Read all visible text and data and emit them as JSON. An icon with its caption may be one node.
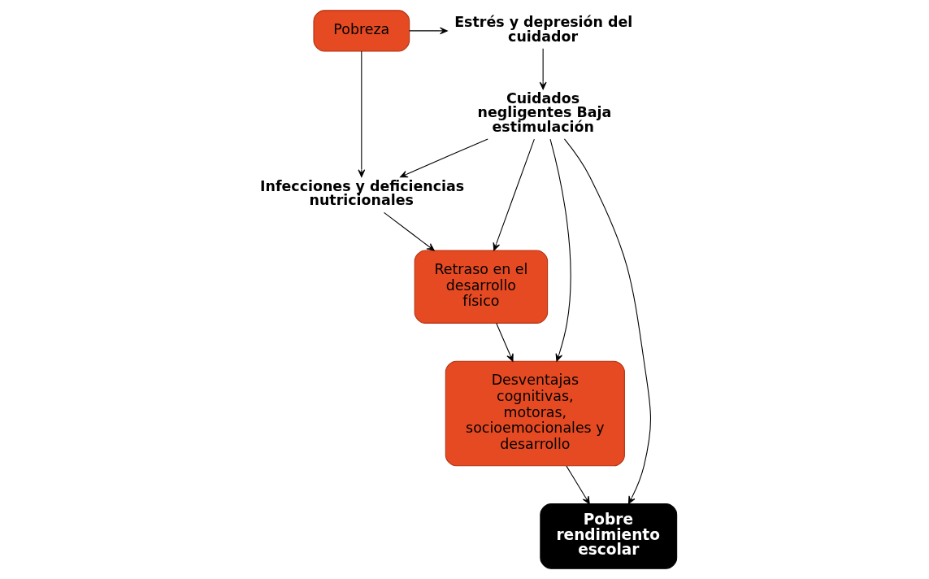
{
  "diagram": {
    "nodes": [
      {
        "text": [
          "Pobreza"
        ]
      },
      {
        "text": [
          "Estrés y depresión del cuidador"
        ]
      },
      {
        "text": [
          "Cuidados negligentes Baja estimulación"
        ]
      },
      {
        "text": [
          "Infecciones y deficiencias nutricionales"
        ]
      },
      {
        "text": [
          "Pobre rendimiento escolar"
        ]
      },
      {
        "text": [
          "Retraso en el desarrollo físico"
        ]
      },
      {
        "text": [
          "Desventajas cognitivas, motoras, socioemocionales y desarrollo"
        ]
      }
    ],
    "edges": [
      {
        "from": 0,
        "to": 1,
        "arrow": "to"
      },
      {
        "from": 1,
        "to": 2,
        "arrow": "to"
      },
      {
        "from": 2,
        "to": 4,
        "arrow": "to"
      },
      {
        "from": 0,
        "to": 3,
        "arrow": "to"
      },
      {
        "from": 2,
        "to": 3,
        "arrow": "to"
      },
      {
        "from": 2,
        "to": 5,
        "arrow": "to"
      },
      {
        "from": 2,
        "to": 6,
        "arrow": "to"
      },
      {
        "from": 3,
        "to": 5,
        "arrow": "to"
      },
      {
        "from": 5,
        "to": 6,
        "arrow": "to"
      },
      {
        "from": 6,
        "to": 4,
        "arrow": "to"
      }
    ]
  }
}
